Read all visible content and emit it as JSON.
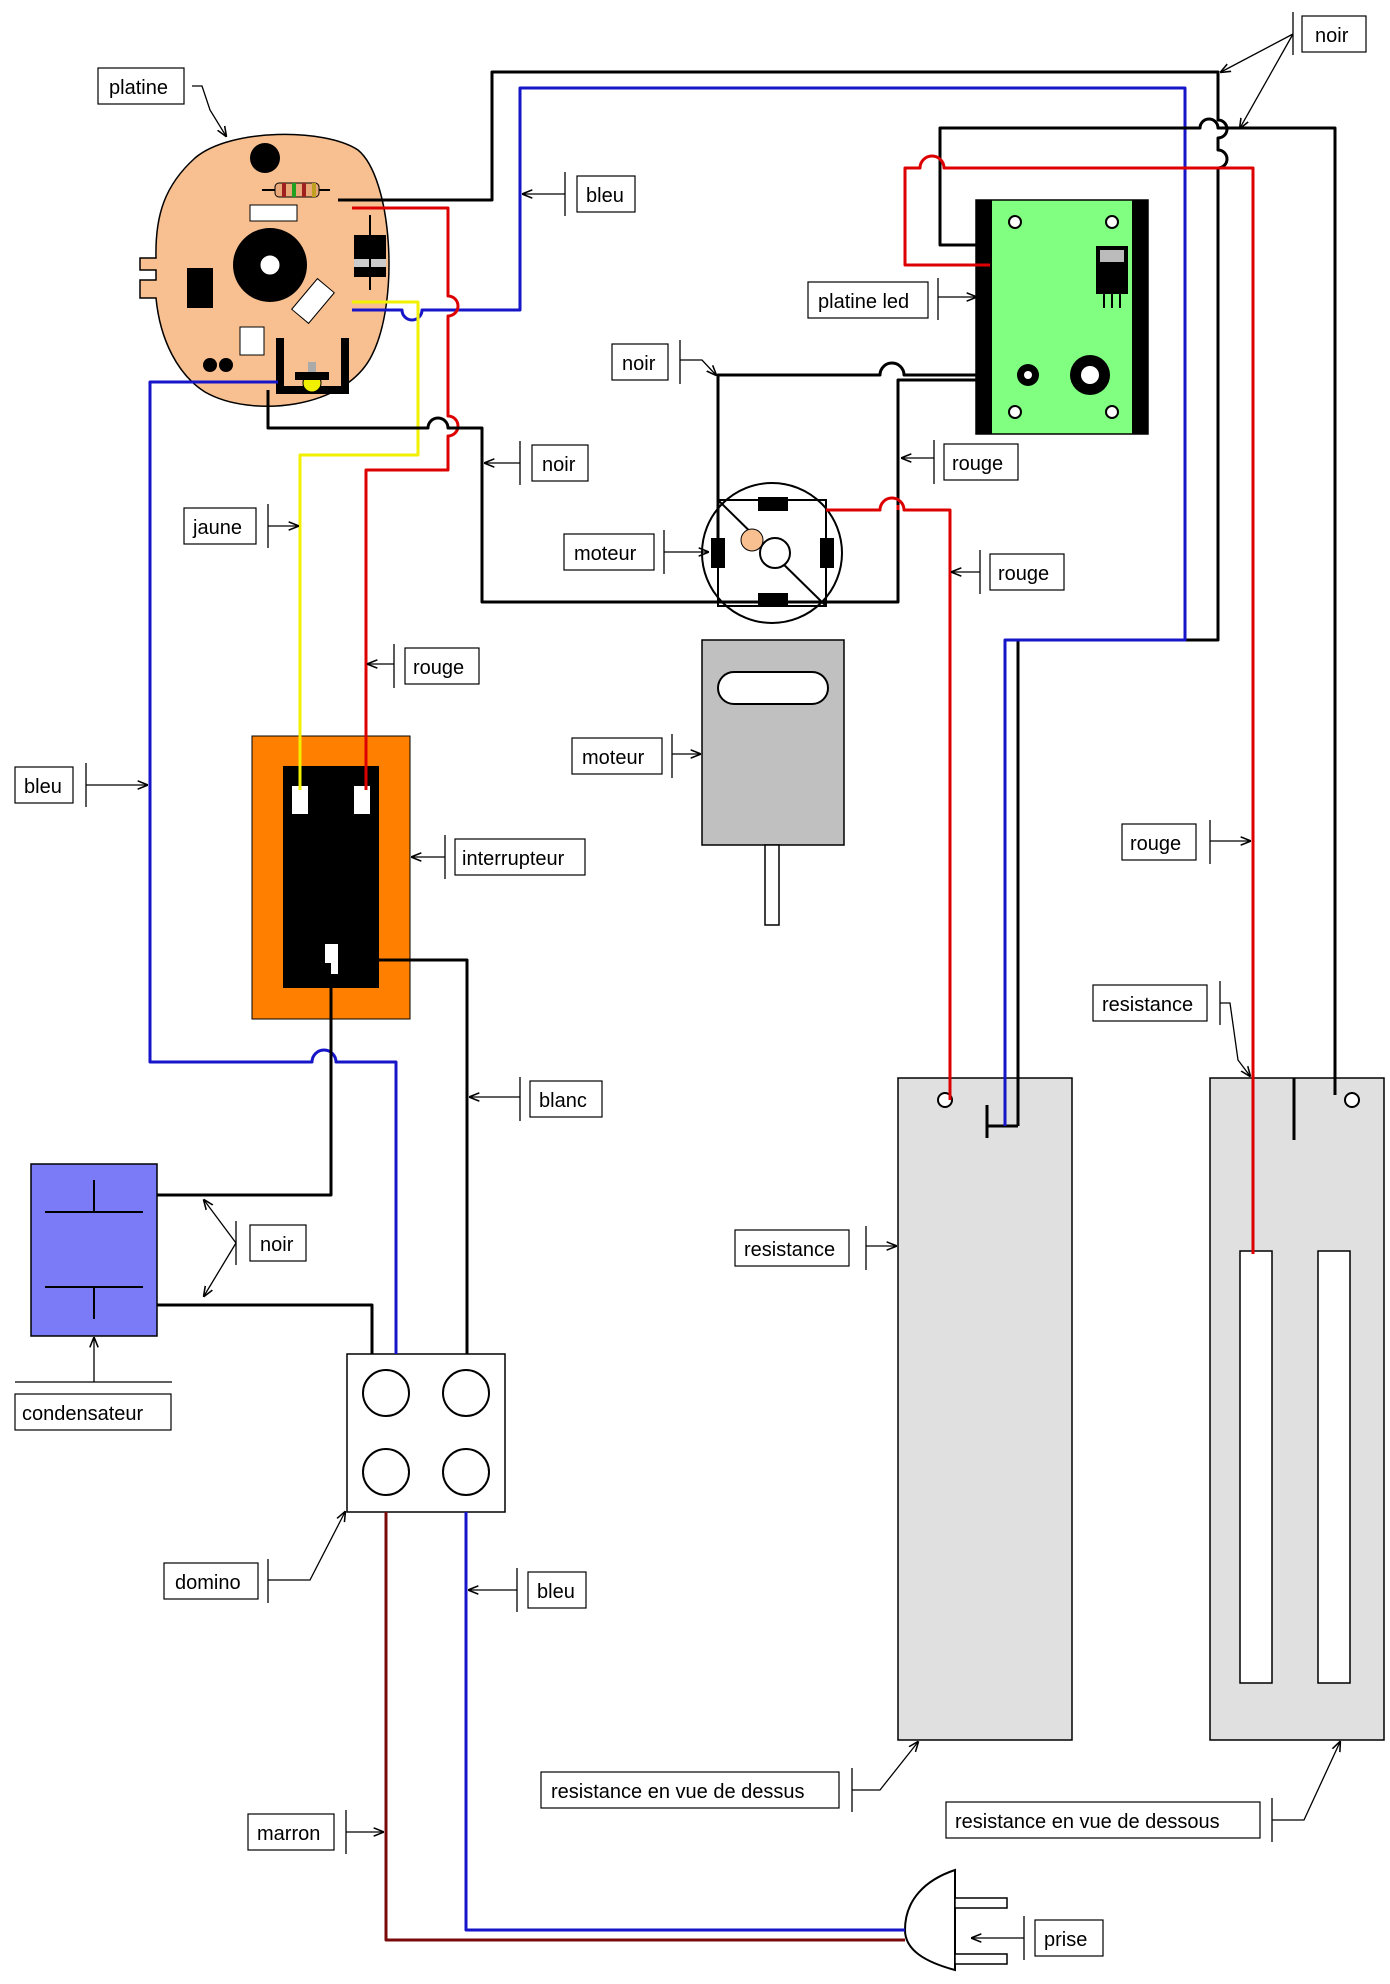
{
  "labels": {
    "platine": "platine",
    "noir_top": "noir",
    "bleu_top": "bleu",
    "platine_led": "platine led",
    "noir_led": "noir",
    "noir_mid": "noir",
    "rouge_led": "rouge",
    "jaune": "jaune",
    "moteur_top": "moteur",
    "rouge_motor": "rouge",
    "rouge_left": "rouge",
    "moteur_side": "moteur",
    "bleu_left": "bleu",
    "rouge_right": "rouge",
    "interrupteur": "interrupteur",
    "resistance_right": "resistance",
    "blanc": "blanc",
    "noir_cond": "noir",
    "resistance_mid": "resistance",
    "condensateur": "condensateur",
    "domino": "domino",
    "bleu_bottom": "bleu",
    "resistance_dessus": "resistance en vue de dessus",
    "resistance_dessous": "resistance en vue de dessous",
    "marron": "marron",
    "prise": "prise"
  },
  "colors": {
    "platine": "#f8c090",
    "platine_led": "#80ff80",
    "interrupteur": "#ff8000",
    "condensateur": "#7b7bf8",
    "moteur": "#c0c0c0",
    "resistance": "#e0e0e0",
    "wire_black": "#000000",
    "wire_blue": "#1616c8",
    "wire_red": "#dd0000",
    "wire_yellow": "#f0f000",
    "wire_brown": "#7a0a0a"
  }
}
